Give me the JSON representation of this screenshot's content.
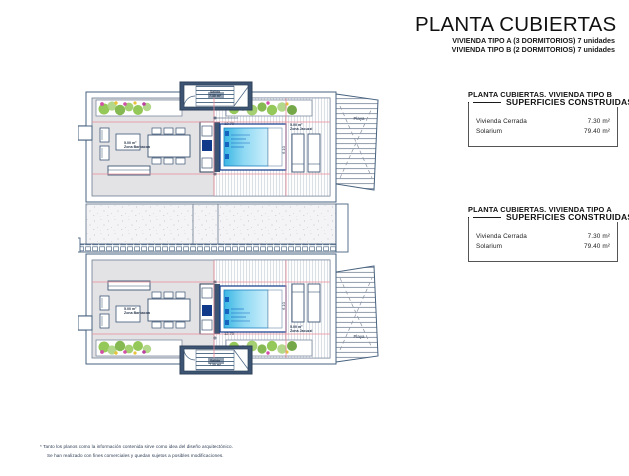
{
  "title_block": {
    "main_title": "PLANTA CUBIERTAS",
    "subtitle_a": "VIVIENDA TIPO A (3 DORMITORIOS) 7 unidades",
    "subtitle_b": "VIVIENDA TIPO B (2 DORMITORIOS) 7 unidades"
  },
  "tables": [
    {
      "id": "table-b",
      "title": "PLANTA CUBIERTAS. VIVIENDA TIPO B",
      "header": "SUPERFICIES CONSTRUIDAS",
      "rows": [
        {
          "label": "Vivienda Cerrada",
          "value": "7.30 m²"
        },
        {
          "label": "Solarium",
          "value": "79.40 m²"
        }
      ]
    },
    {
      "id": "table-a",
      "title": "PLANTA CUBIERTAS. VIVIENDA TIPO A",
      "header": "SUPERFICIES CONSTRUIDAS",
      "rows": [
        {
          "label": "Vivienda Cerrada",
          "value": "7.30 m²"
        },
        {
          "label": "Solarium",
          "value": "79.40 m²"
        }
      ]
    }
  ],
  "footnote": {
    "line1": "* Tanto los planos como la información contenida sirve como idea del diseño arquitectónico.",
    "line2": "Se han realizado con fines comerciales y quedan sujetos a posibles modificaciones."
  },
  "drawing": {
    "units": [
      {
        "name": "upper-unit",
        "room_labels": [
          {
            "area": "5.00 m²",
            "name": "Zona Barbacoa"
          },
          {
            "area": "5.00 m²",
            "name": "Zona Jacuzzi"
          }
        ],
        "stair_label": "Salida",
        "stair_area": "7.30 m²",
        "beach_label": "Playa",
        "dim_horizontal": "12.70",
        "dim_vertical": "6.10"
      },
      {
        "name": "lower-unit",
        "room_labels": [
          {
            "area": "5.00 m²",
            "name": "Zona Barbacoa"
          },
          {
            "area": "5.00 m²",
            "name": "Zona Jacuzzi"
          }
        ],
        "stair_label": "Salida",
        "stair_area": "7.30 m²",
        "beach_label": "Playa",
        "dim_horizontal": "12.70",
        "dim_vertical": "6.10"
      }
    ],
    "colors": {
      "wall_dark": "#3d5573",
      "wall_outline": "#47627f",
      "terrace_fill": "#e2e2e4",
      "gravel_fill": "#f3f3f5",
      "pool_water": "#8fd4f0",
      "dimension_line": "#e98b96",
      "planting_green": "#7cb342",
      "planting_flower": "#d24fa8"
    }
  }
}
